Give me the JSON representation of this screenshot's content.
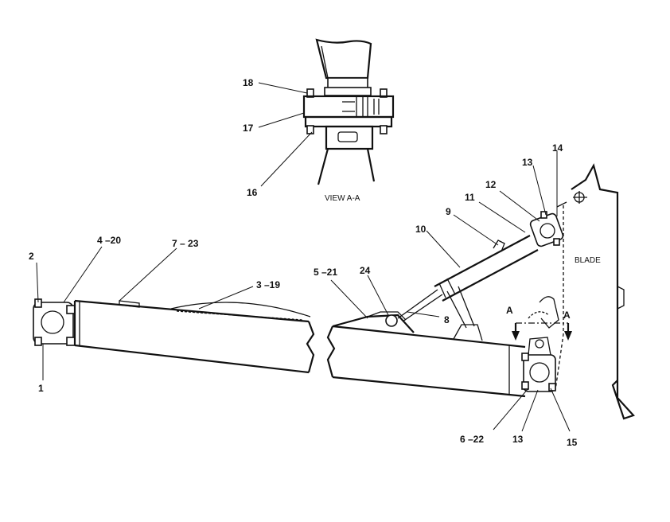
{
  "view": {
    "title": "VIEW  A-A",
    "labels": {
      "c18": "18",
      "c17": "17",
      "c16": "16"
    }
  },
  "callouts": {
    "c1": "1",
    "c2": "2",
    "c4_20": "4 –20",
    "c7_23": "7 – 23",
    "c3_19": "3 –19",
    "c5_21": "5 –21",
    "c24": "24",
    "c10": "10",
    "c9": "9",
    "c11": "11",
    "c12": "12",
    "c13_top": "13",
    "c14": "14",
    "c8": "8",
    "c6_22": "6 –22",
    "c13_bottom": "13",
    "c15": "15"
  },
  "section_marks": {
    "left": "A",
    "right": "A"
  },
  "blade_label": "BLADE"
}
